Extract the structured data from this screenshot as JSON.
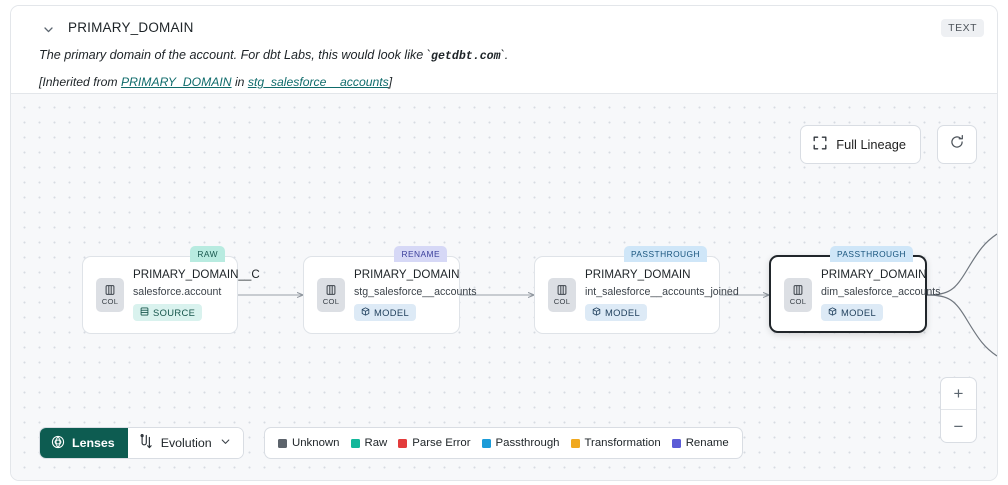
{
  "header": {
    "column_name": "PRIMARY_DOMAIN",
    "type_badge": "TEXT",
    "description_pre": "The primary domain of the account. For dbt Labs, this would look like `",
    "description_code": "getdbt.com",
    "description_post": "`.",
    "inherited_pre": "[Inherited from ",
    "inherited_link1": "PRIMARY_DOMAIN",
    "inherited_mid": " in ",
    "inherited_link2": "stg_salesforce__accounts",
    "inherited_post": "]"
  },
  "toolbar": {
    "full_lineage_label": "Full Lineage",
    "refresh_label": "",
    "zoom_in": "+",
    "zoom_out": "−"
  },
  "controls": {
    "lenses_label": "Lenses",
    "evolution_label": "Evolution"
  },
  "legend": {
    "items": [
      {
        "label": "Unknown",
        "color": "#5c636b"
      },
      {
        "label": "Raw",
        "color": "#12b79a"
      },
      {
        "label": "Parse Error",
        "color": "#e33b3b"
      },
      {
        "label": "Passthrough",
        "color": "#1b9bd8"
      },
      {
        "label": "Transformation",
        "color": "#f0a81e"
      },
      {
        "label": "Rename",
        "color": "#5b5bd6"
      }
    ]
  },
  "lineage": {
    "nodes": [
      {
        "tag": "RAW",
        "tag_class": "raw",
        "name": "PRIMARY_DOMAIN__C",
        "subtitle": "salesforce.account",
        "kind": "SOURCE",
        "kind_class": "source",
        "col_label": "COL",
        "selected": false
      },
      {
        "tag": "RENAME",
        "tag_class": "rename",
        "name": "PRIMARY_DOMAIN",
        "subtitle": "stg_salesforce__accounts",
        "kind": "MODEL",
        "kind_class": "model",
        "col_label": "COL",
        "selected": false
      },
      {
        "tag": "PASSTHROUGH",
        "tag_class": "passthrough",
        "name": "PRIMARY_DOMAIN",
        "subtitle": "int_salesforce__accounts_joined",
        "kind": "MODEL",
        "kind_class": "model",
        "col_label": "COL",
        "selected": false
      },
      {
        "tag": "PASSTHROUGH",
        "tag_class": "passthrough",
        "name": "PRIMARY_DOMAIN",
        "subtitle": "dim_salesforce_accounts",
        "kind": "MODEL",
        "kind_class": "model",
        "col_label": "COL",
        "selected": true
      }
    ]
  }
}
